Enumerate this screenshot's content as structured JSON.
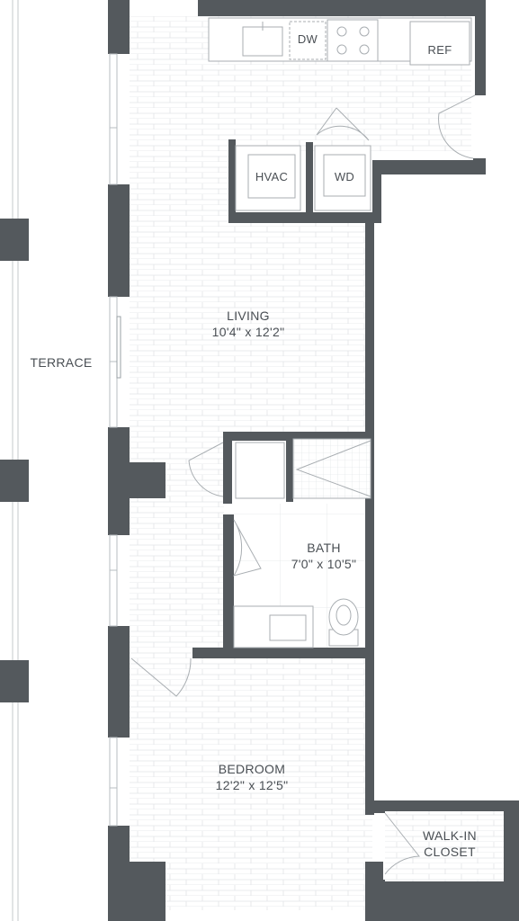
{
  "rooms": {
    "living": {
      "name": "LIVING",
      "dims": "10'4\" x 12'2\""
    },
    "bath": {
      "name": "BATH",
      "dims": "7'0\" x 10'5\""
    },
    "bedroom": {
      "name": "BEDROOM",
      "dims": "12'2\" x 12'5\""
    },
    "walkin": {
      "line1": "WALK-IN",
      "line2": "CLOSET"
    },
    "terrace": {
      "name": "TERRACE"
    }
  },
  "fixtures": {
    "dw": "DW",
    "ref": "REF",
    "hvac": "HVAC",
    "wd": "WD"
  },
  "colors": {
    "wall": "#54595d",
    "line": "#b7bcc0",
    "plank": "#dfe2e4",
    "text": "#4a4f54"
  }
}
